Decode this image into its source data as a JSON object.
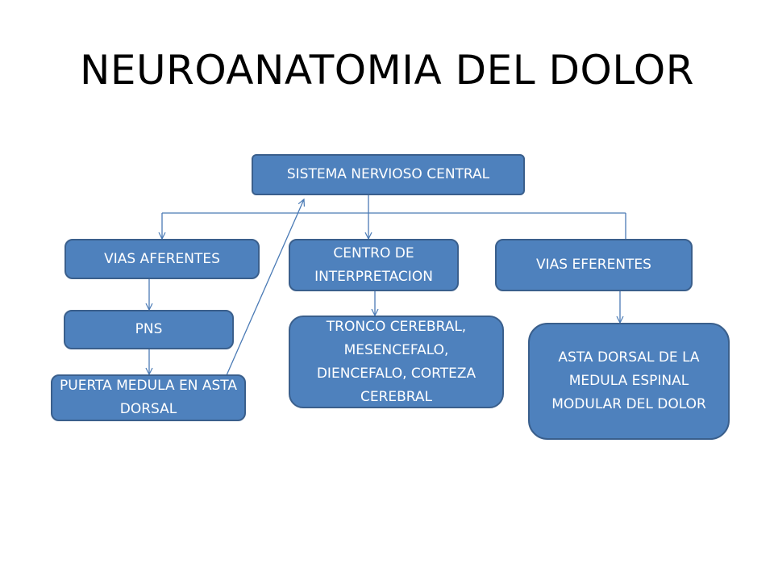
{
  "title": "NEUROANATOMIA DEL DOLOR",
  "nodes": {
    "snc": "SISTEMA NERVIOSO CENTRAL",
    "vias_aferentes": "VIAS AFERENTES",
    "centro_interpretacion": "CENTRO DE INTERPRETACION",
    "vias_eferentes": "VIAS EFERENTES",
    "pns": "PNS",
    "puerta_medula": "PUERTA MEDULA EN ASTA DORSAL",
    "tronco_cerebral": "TRONCO CEREBRAL, MESENCEFALO, DIENCEFALO,  CORTEZA CEREBRAL",
    "asta_dorsal": "ASTA DORSAL DE LA MEDULA ESPINAL MODULAR DEL DOLOR"
  },
  "colors": {
    "node_fill": "#4e81bd",
    "node_border": "#3a5f8c",
    "connector": "#4a7ab5",
    "text": "#ffffff"
  }
}
